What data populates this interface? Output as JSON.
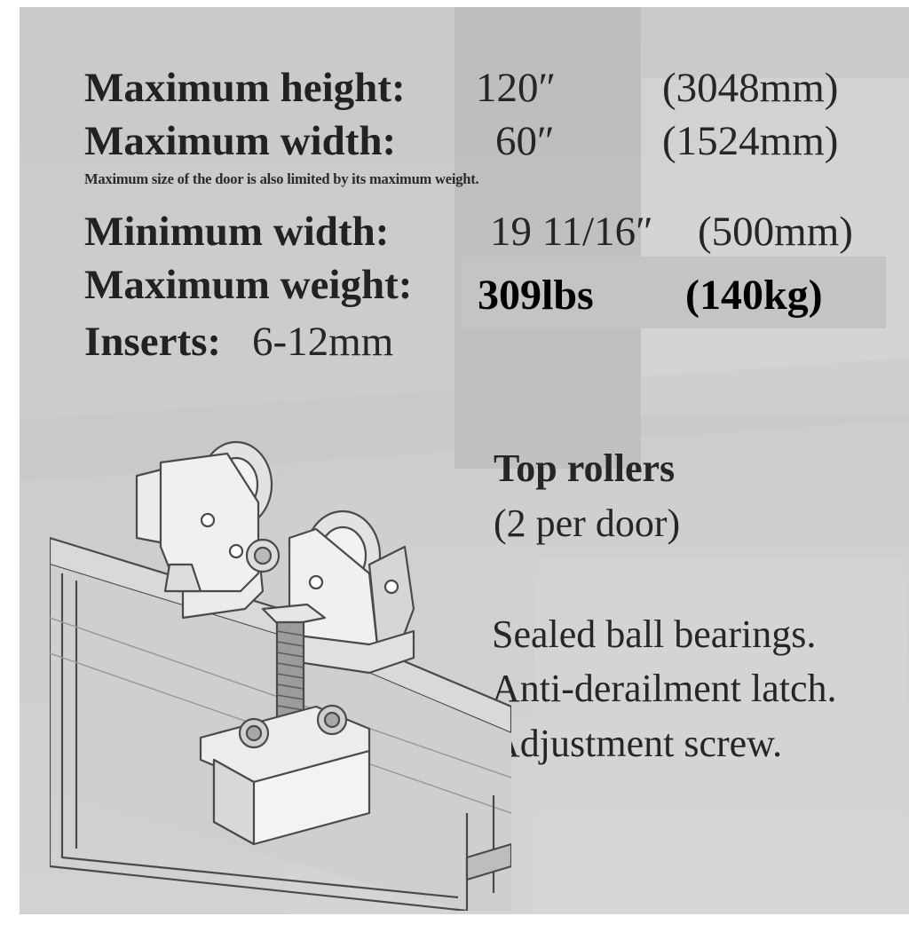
{
  "specs": {
    "max_height": {
      "label": "Maximum height:",
      "inches": "120″",
      "mm": "(3048mm)"
    },
    "max_width": {
      "label": "Maximum width:",
      "inches": "60″",
      "mm": "(1524mm)"
    },
    "note": "Maximum size of the door is also limited by its maximum weight.",
    "min_width": {
      "label": "Minimum width:",
      "inches": "19 11/16″",
      "mm": "(500mm)"
    },
    "max_weight": {
      "label": "Maximum weight:",
      "lbs": "309lbs",
      "kg": "(140kg)"
    },
    "inserts": {
      "label": "Inserts:",
      "value": "6-12mm"
    }
  },
  "rollers": {
    "title": "Top rollers",
    "subtitle": "(2 per door)",
    "features": [
      "Sealed ball bearings.",
      "Anti-derailment latch.",
      "Adjustment screw."
    ]
  },
  "illustration": {
    "icon": "top-roller-assembly-icon"
  },
  "colors": {
    "panel": "#cbcbcb",
    "highlight": "#c4c4c4",
    "text": "#222222"
  }
}
